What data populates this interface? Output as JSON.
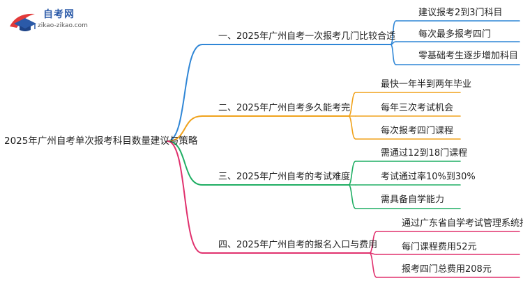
{
  "logo": {
    "title": "自考网",
    "url": "zikao-zikao.com",
    "icon": "graduation-cap-icon"
  },
  "root": "2025年广州自考单次报考科目数量建议与策略",
  "branches": [
    {
      "label": "一、2025年广州自考一次报考几门比较合适",
      "color": "#2f86d6",
      "children": [
        "建议报考2到3门科目",
        "每次最多报考四门",
        "零基础考生逐步增加科目"
      ]
    },
    {
      "label": "二、2025年广州自考多久能考完",
      "color": "#f0a21b",
      "children": [
        "最快一年半到两年毕业",
        "每年三次考试机会",
        "每次报考四门课程"
      ]
    },
    {
      "label": "三、2025年广州自考的考试难度",
      "color": "#1fae63",
      "children": [
        "需通过12到18门课程",
        "考试通过率10%到30%",
        "需具备自学能力"
      ]
    },
    {
      "label": "四、2025年广州自考的报名入口与费用",
      "color": "#e0306d",
      "children": [
        "通过广东省自学考试管理系统报名",
        "每门课程费用52元",
        "报考四门总费用208元"
      ]
    }
  ]
}
